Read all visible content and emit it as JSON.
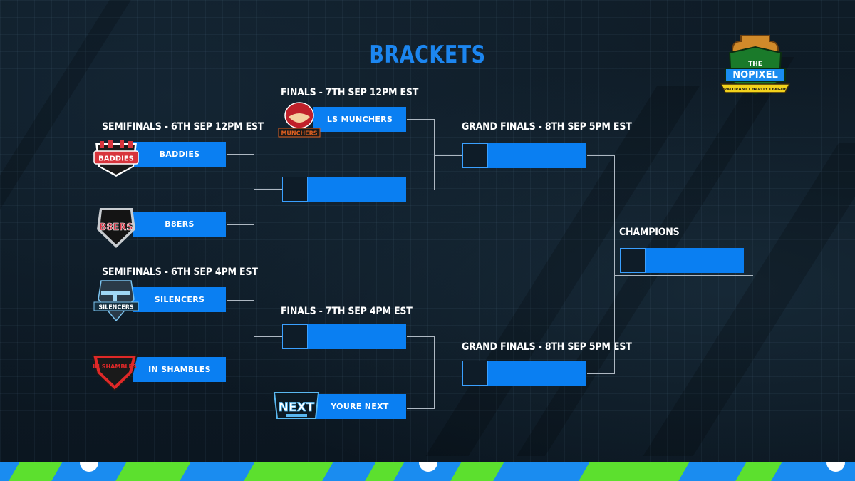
{
  "title": "BRACKETS",
  "brand": {
    "line1": "THE",
    "line2": "NOPIXEL",
    "line3": "VALORANT CHARITY LEAGUE"
  },
  "labels": {
    "semis_1": "SEMIFINALS - 6TH SEP 12PM EST",
    "semis_2": "SEMIFINALS - 6TH SEP 4PM EST",
    "finals_1": "FINALS - 7TH SEP 12PM EST",
    "finals_2": "FINALS - 7TH SEP 4PM EST",
    "grand_1": "GRAND FINALS - 8TH SEP 5PM EST",
    "grand_2": "GRAND FINALS - 8TH SEP 5PM EST",
    "champions": "CHAMPIONS"
  },
  "teams": {
    "baddies": "BADDIES",
    "b8ers": "B8ERS",
    "silencers": "SILENCERS",
    "in_shambles": "IN SHAMBLES",
    "ls_munchers": "LS MUNCHERS",
    "youre_next": "YOURE NEXT"
  },
  "logos": {
    "baddies": {
      "text": "BADDIES",
      "icon": "baddies-logo-icon",
      "color": "#d8343c"
    },
    "b8ers": {
      "text": "B8ERS",
      "icon": "b8ers-logo-icon",
      "color": "#d03040"
    },
    "silencers": {
      "text": "SILENCERS",
      "icon": "silencers-logo-icon",
      "color": "#3aa0e0"
    },
    "in_shambles": {
      "text": "IN SHAMBLES",
      "icon": "in-shambles-logo-icon",
      "color": "#e02828"
    },
    "ls_munchers": {
      "text": "MUNCHERS",
      "icon": "munchers-logo-icon",
      "color": "#e06020"
    },
    "youre_next": {
      "text": "NEXT",
      "icon": "youre-next-logo-icon",
      "color": "#5ab8f0"
    }
  },
  "colors": {
    "slot_blue": "#0a7ff2",
    "title_blue": "#1c86f0",
    "accent_green": "#5ce02e",
    "background": "#0d1a24"
  }
}
